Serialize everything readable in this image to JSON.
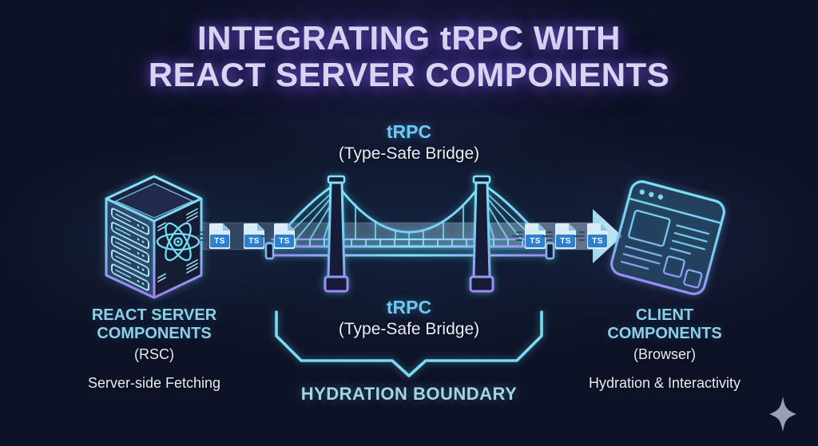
{
  "title": {
    "line1": "INTEGRATING tRPC WITH",
    "line2": "REACT SERVER COMPONENTS"
  },
  "bridge": {
    "top_label": {
      "title": "tRPC",
      "subtitle": "(Type-Safe Bridge)"
    },
    "bottom_label": {
      "title": "tRPC",
      "subtitle": "(Type-Safe Bridge)"
    }
  },
  "left_node": {
    "heading": "REACT SERVER\nCOMPONENTS",
    "subheading": "(RSC)",
    "description": "Server-side Fetching",
    "icon": "server-rack-react-icon"
  },
  "right_node": {
    "heading": "CLIENT\nCOMPONENTS",
    "subheading": "(Browser)",
    "description": "Hydration & Interactivity",
    "icon": "browser-window-icon"
  },
  "hydration_boundary": {
    "label": "HYDRATION BOUNDARY"
  },
  "ts_file": {
    "label": "TS"
  },
  "icons": {
    "left": "server-rack-react-icon",
    "center": "suspension-bridge-icon",
    "right": "browser-window-icon",
    "flow": "ts-file-icon",
    "corner": "sparkle-icon"
  },
  "colors": {
    "background": "#0e1226",
    "accent_cyan": "#7fe0f5",
    "accent_purple": "#a47ef6",
    "heading_blue": "#8ecfe8",
    "trpc_cyan": "#6fc9ee",
    "title_text": "#d8d4f2",
    "title_glow": "#7a5ce6",
    "body_text": "#e9ebf2",
    "hydration_blue": "#a5d4e6",
    "ts_badge_blue": "#2f7fd0",
    "ts_page": "#d9edf9",
    "arrow_band": "rgba(170,208,234,0.32)",
    "arrow_head": "#aadcef",
    "sparkle_gray": "#98a0b2"
  }
}
